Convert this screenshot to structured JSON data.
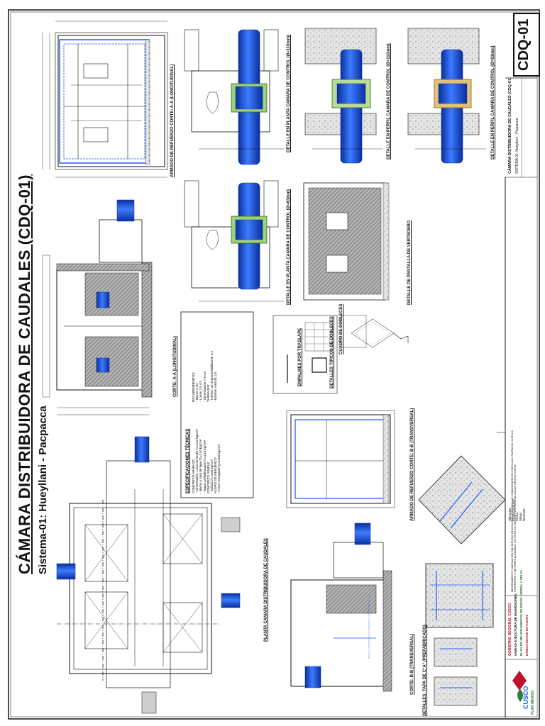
{
  "sheet": {
    "title": "CÁMARA DISTRIBUIDORA DE CAUDALES (CDQ-01)",
    "subtitle": "Sistema-01: Hueyllani - Pacpacca",
    "code": "CDQ-01"
  },
  "labels": {
    "armado_aa": "ARMADO DE REFUERZO CORTE: A-A (LONGITUDINAL)",
    "corte_aa": "CORTE: A-A (LONGITUDINAL)",
    "planta": "PLANTA CAMARA DISTRIBUIDORA DE CAUDALES",
    "corte_bb": "CORTE: B-B (TRANSVERSAL)",
    "armado_bb": "ARMADO DE REFUERZO CORTE: B-B (TRANSVERSAL)",
    "detalle_tapa": "DETALLES: TAPA DE C°A° (PREFABRICADO)",
    "detalle_planta_1": "DETALLE EN PLANTA CAMARA DE CONTROL (Ø=110mm)",
    "detalle_planta_2": "DETALLE EN PLANTA CAMARA DE CONTROL (Ø=63mm)",
    "detalle_perfil_1": "DETALLE EN PERFIL CAMARA DE CONTROL (Ø=110mm)",
    "detalle_perfil_2": "DETALLE EN PERFIL CAMARA DE CONTROL (Ø=63mm)",
    "detalle_vertedero": "DETALLE DE PANTALLA DE VERTEDERO",
    "especificaciones": "ESPECIFICACIONES TÉCNICAS",
    "detalles_dobleces": "DETALLES TIPICOS DE DOBLECES",
    "empalmes": "EMPALMES POR TRASLAPE",
    "cuadro_dobleces": "CUADRO DE DOBLECES"
  },
  "specs": [
    "CONCRETO ARMADO:",
    "- Cimentación, Losa de fondo f'c=210 kg/cm²",
    "- Muros y losa de tapa f'c=210 kg/cm²",
    "- Tapas prefabricadas f'c=210 kg/cm²",
    "CONCRETO SIMPLE:",
    "- Solado f'c=100 kg/cm²",
    "ACERO DE REFUERZO:",
    "- Acero corrugado fy=4200 kg/cm²",
    "RECUBRIMIENTOS:",
    "- Muros 4 cm",
    "- Losas 2.5 cm",
    "- Cimentación 7.5 cm",
    "TARRAJEO:",
    "- Interior con impermeabilizante 1:2",
    "- Exterior mezcla 1:5"
  ],
  "title_block": {
    "institution": "GOBIERNO REGIONAL CUSCO",
    "unit": "UNIDAD EJECUTORA DE INVERSIONES",
    "program": "PLAN DE MEJORAMIENTO DE RIEGO SIERRA Y SELVA",
    "direction": "DIRECCIÓN DE ESTUDIOS",
    "logo_left": "CUSCO",
    "logo_right": "PLAN MERISS",
    "project": "MEJORAMIENTO Y AMPLIACIÓN DEL SERVICIO DE AGUA PARA RIEGO EN LAS COMUNIDADES DE HUEYLLANI, PACPACCA, CHECCA, HUAYRAPATA Y SECTORES ALEDAÑOS, DISTRITO DE CHECCA, PROVINCIA DE CANAS, REGION CUSCO",
    "plan_title": "CÁMARA DISTRIBUIDORA DE CAUDALES (CDQ-01)",
    "system": "SISTEMA 01: Hueyllani - Pacpacca",
    "rows": [
      "Ubicación:",
      "Escala: Indicada",
      "Fecha:",
      "Dibujo:",
      "Revisado:"
    ]
  },
  "colors": {
    "line": "#1a1a1a",
    "pipe": "#1f5ff0",
    "pipe_dark": "#0a2f9e",
    "hatch": "#6d6d6d",
    "concrete": "#d9d9d9",
    "valve": "#4e8a2a",
    "valve2": "#c8a030",
    "brand_red": "#c0102a",
    "brand_green": "#2f7d32"
  }
}
